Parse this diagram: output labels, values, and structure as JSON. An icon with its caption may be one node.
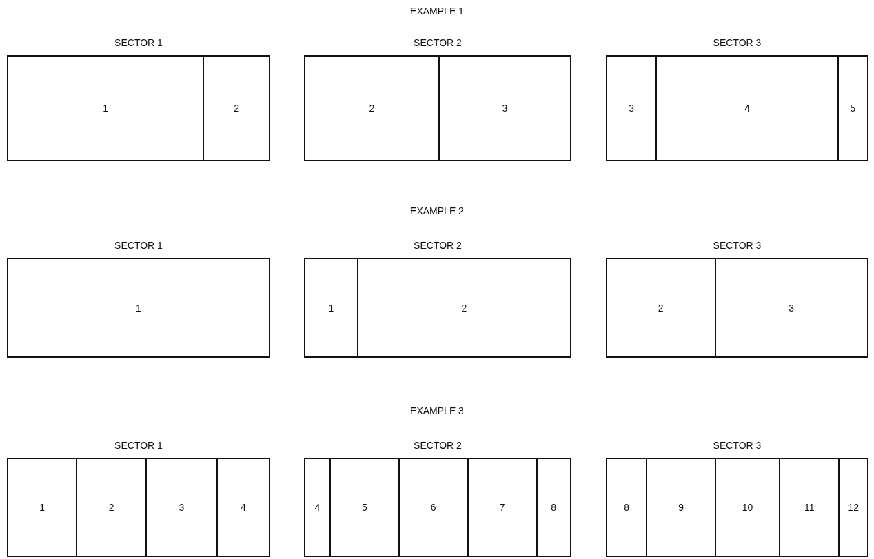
{
  "diagram": {
    "nodes": [
      {
        "text": [
          "SECTOR 1"
        ]
      },
      {
        "text": [
          "1"
        ],
        "in": 0
      },
      {
        "text": [
          "2"
        ],
        "in": 0
      },
      {
        "text": [
          "SECTOR 2"
        ]
      },
      {
        "text": [
          "2"
        ],
        "in": 3
      },
      {
        "text": [
          "3"
        ],
        "in": 3
      },
      {
        "text": [
          "SECTOR 3"
        ]
      },
      {
        "text": [
          "3"
        ],
        "in": 6
      },
      {
        "text": [
          "4"
        ],
        "in": 6
      },
      {
        "text": [
          "5"
        ],
        "in": 6
      },
      {
        "text": [
          "SECTOR 1"
        ]
      },
      {
        "text": [
          "1"
        ],
        "in": 10
      },
      {
        "text": [
          "SECTOR 2"
        ]
      },
      {
        "text": [
          "1"
        ],
        "in": 12
      },
      {
        "text": [
          "2"
        ],
        "in": 12
      },
      {
        "text": [
          "SECTOR 3"
        ]
      },
      {
        "text": [
          "2"
        ],
        "in": 15
      },
      {
        "text": [
          "3"
        ],
        "in": 15
      },
      {
        "text": [
          "SECTOR 1"
        ]
      },
      {
        "text": [
          "1"
        ],
        "in": 18
      },
      {
        "text": [
          "2"
        ],
        "in": 18
      },
      {
        "text": [
          "3"
        ],
        "in": 18
      },
      {
        "text": [
          "4"
        ],
        "in": 18
      },
      {
        "text": [
          "SECTOR 2"
        ]
      },
      {
        "text": [
          "4"
        ],
        "in": 23
      },
      {
        "text": [
          "5"
        ],
        "in": 23
      },
      {
        "text": [
          "6"
        ],
        "in": 23
      },
      {
        "text": [
          "7"
        ],
        "in": 23
      },
      {
        "text": [
          "8"
        ],
        "in": 23
      },
      {
        "text": [
          "SECTOR 3"
        ]
      },
      {
        "text": [
          "8"
        ],
        "in": 29
      },
      {
        "text": [
          "9"
        ],
        "in": 29
      },
      {
        "text": [
          "10"
        ],
        "in": 29
      },
      {
        "text": [
          "11"
        ],
        "in": 29
      },
      {
        "text": [
          "12"
        ],
        "in": 29
      }
    ],
    "edges": [],
    "labels": [
      "EXAMPLE 1",
      "EXAMPLE 2",
      "EXAMPLE 3"
    ]
  }
}
